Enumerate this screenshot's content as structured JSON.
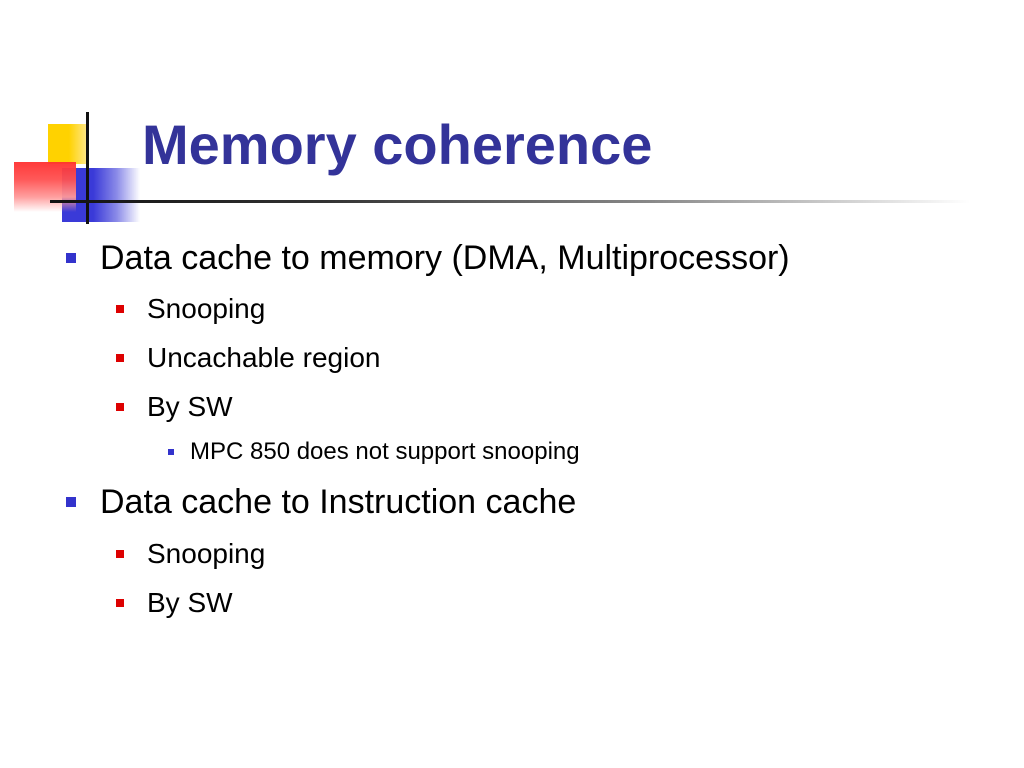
{
  "slide": {
    "title": "Memory coherence",
    "colors": {
      "title": "#333399",
      "level1_bullet": "#3333cc",
      "level2_bullet": "#dd0000",
      "level3_bullet": "#3333cc",
      "logo_yellow": "#ffd200",
      "logo_red": "#ff3030",
      "logo_blue": "#3a3ad8"
    },
    "bullets": [
      {
        "level": 1,
        "text": "Data cache to memory (DMA, Multiprocessor)"
      },
      {
        "level": 2,
        "text": "Snooping"
      },
      {
        "level": 2,
        "text": "Uncachable region"
      },
      {
        "level": 2,
        "text": "By SW"
      },
      {
        "level": 3,
        "text": "MPC 850 does not support snooping"
      },
      {
        "level": 1,
        "text": "Data cache to Instruction cache"
      },
      {
        "level": 2,
        "text": "Snooping"
      },
      {
        "level": 2,
        "text": "By SW"
      }
    ]
  }
}
